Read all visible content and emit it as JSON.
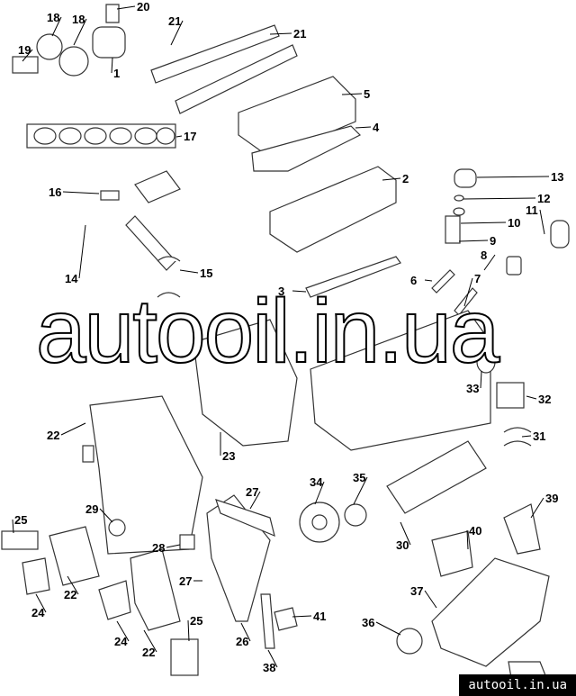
{
  "diagram": {
    "title": "Engine parts exploded view",
    "callouts": [
      "18",
      "18",
      "20",
      "19",
      "1",
      "21",
      "21",
      "5",
      "4",
      "17",
      "16",
      "2",
      "13",
      "12",
      "11",
      "10",
      "9",
      "8",
      "6",
      "3",
      "7",
      "14",
      "15",
      "33",
      "32",
      "31",
      "22",
      "23",
      "34",
      "35",
      "27",
      "29",
      "25",
      "28",
      "30",
      "39",
      "40",
      "27",
      "22",
      "24",
      "37",
      "41",
      "25",
      "36",
      "24",
      "22",
      "26",
      "38"
    ]
  },
  "watermark": "autooil.in.ua",
  "footer_watermark": "autooil.in.ua"
}
